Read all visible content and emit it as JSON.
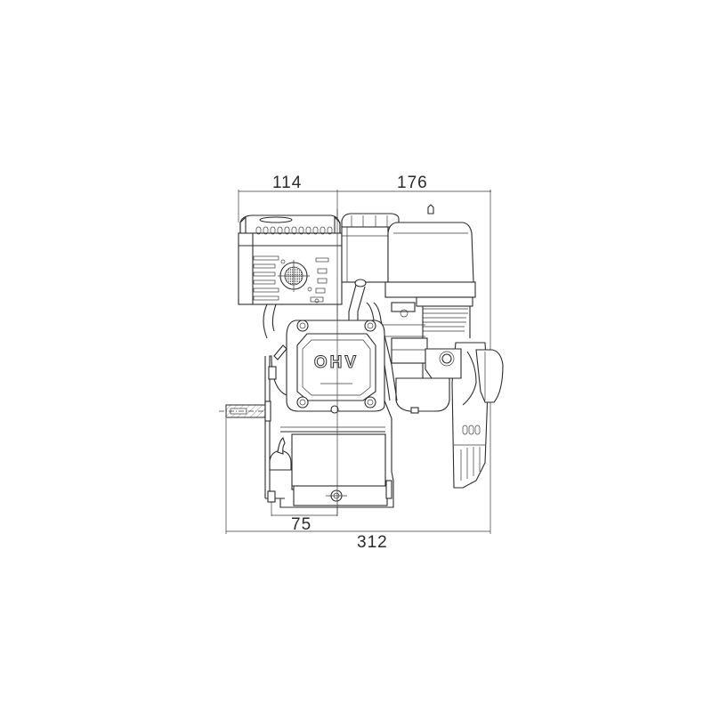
{
  "drawing": {
    "subject": "OHV engine front view technical drawing",
    "valve_cover_text": "OHV",
    "dimensions": {
      "top_left": "114",
      "top_right": "176",
      "bottom_inner": "75",
      "bottom_overall": "312"
    },
    "colors": {
      "line": "#2b2b2b",
      "background": "#ffffff"
    }
  }
}
